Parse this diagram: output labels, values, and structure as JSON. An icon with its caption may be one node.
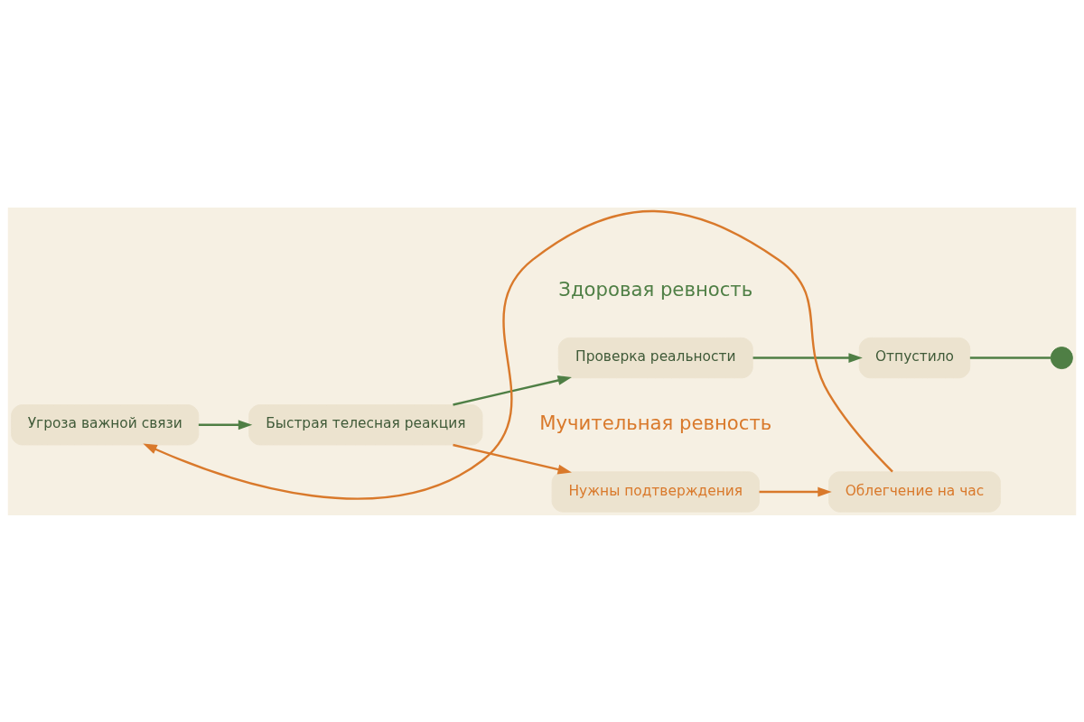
{
  "diagram": {
    "nodes": [
      {
        "text": [
          "Угроза важной связи"
        ]
      },
      {
        "text": [
          "Быстрая телесная реакция"
        ]
      },
      {
        "text": [
          "Проверка реальности"
        ]
      },
      {
        "text": [
          "Отпустило"
        ]
      },
      {
        "text": [],
        "shape": "circle"
      },
      {
        "text": [
          "Нужны подтверждения"
        ]
      },
      {
        "text": [
          "Облегчение на час"
        ]
      }
    ],
    "edges": [
      {
        "from": 0,
        "to": 1,
        "arrow": "to"
      },
      {
        "from": 1,
        "to": 2,
        "arrow": "to"
      },
      {
        "from": 2,
        "to": 3,
        "arrow": "to"
      },
      {
        "from": 3,
        "to": 4,
        "arrow": "none"
      },
      {
        "from": 1,
        "to": 5,
        "arrow": "to",
        "color": "#d9792b"
      },
      {
        "from": 5,
        "to": 6,
        "arrow": "to",
        "color": "#d9792b"
      },
      {
        "from": 6,
        "to": 0,
        "arrow": "to",
        "color": "#d9792b"
      }
    ],
    "labels": [
      "Здоровая ревность",
      "Мучительная ревность"
    ]
  }
}
